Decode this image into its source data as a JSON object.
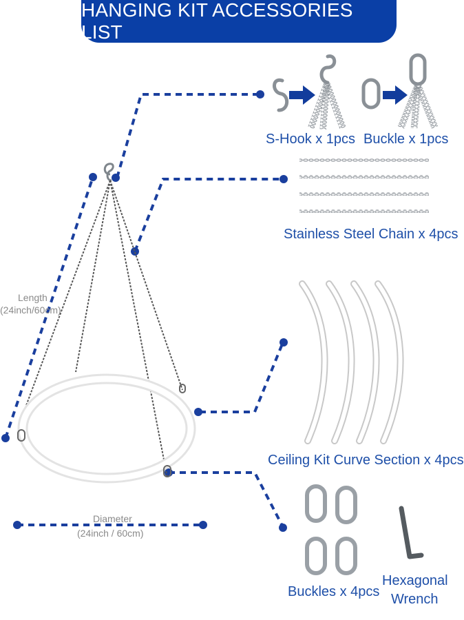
{
  "title": "HANGING KIT ACCESSORIES LIST",
  "colors": {
    "brand": "#0a3fa6",
    "label": "#1e4fa8",
    "dim_text": "#8a8a8a",
    "metal": "#9aa0a6",
    "ring": "#f4f4f4"
  },
  "items": {
    "s_hook": "S-Hook x 1pcs",
    "buckle": "Buckle x 1pcs",
    "chain": "Stainless Steel Chain x 4pcs",
    "curve": "Ceiling Kit Curve Section x 4pcs",
    "buckles": "Buckles x 4pcs",
    "wrench_line1": "Hexagonal",
    "wrench_line2": "Wrench"
  },
  "dimensions": {
    "length_label": "Length",
    "length_value": "(24inch/60cm)",
    "diameter_label": "Diameter",
    "diameter_value": "(24inch / 60cm)"
  },
  "icons": [
    "s-hook-icon",
    "buckle-icon",
    "arrow-icon",
    "chain-icon",
    "curve-section-icon",
    "oval-buckle-icon",
    "hex-wrench-icon",
    "hanging-ring-icon"
  ]
}
